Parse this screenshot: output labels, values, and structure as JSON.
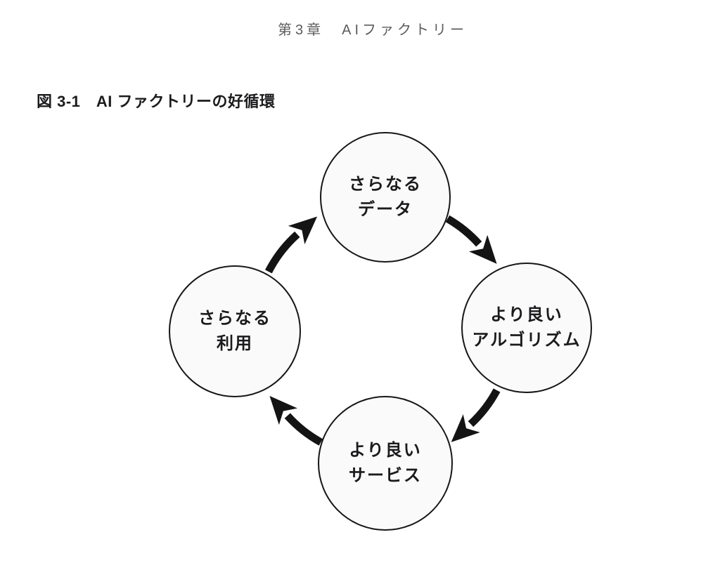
{
  "page": {
    "running_header": "第3章　AIファクトリー",
    "figure_title": "図 3-1　AI ファクトリーの好循環"
  },
  "diagram": {
    "type": "cycle",
    "direction": "clockwise",
    "nodes": [
      {
        "id": "data",
        "position": "top",
        "line1": "さらなる",
        "line2": "データ"
      },
      {
        "id": "algorithm",
        "position": "right",
        "line1": "より良い",
        "line2": "アルゴリズム"
      },
      {
        "id": "service",
        "position": "bottom",
        "line1": "より良い",
        "line2": "サービス"
      },
      {
        "id": "usage",
        "position": "left",
        "line1": "さらなる",
        "line2": "利用"
      }
    ],
    "edges": [
      {
        "from": "data",
        "to": "algorithm"
      },
      {
        "from": "algorithm",
        "to": "service"
      },
      {
        "from": "service",
        "to": "usage"
      },
      {
        "from": "usage",
        "to": "data"
      }
    ],
    "colors": {
      "node_fill": "#fbfafa",
      "node_border": "#161616",
      "arrow": "#141414",
      "node_text": "#1b1b1d",
      "header_text": "#5c5c5c",
      "title_text": "#1c1c1e"
    }
  }
}
